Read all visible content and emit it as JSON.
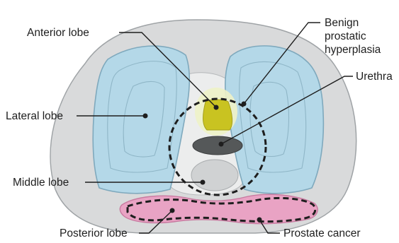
{
  "labels": {
    "anterior_lobe": "Anterior lobe",
    "lateral_lobe": "Lateral lobe",
    "middle_lobe": "Middle lobe",
    "posterior_lobe": "Posterior lobe",
    "bph_line1": "Benign",
    "bph_line2": "prostatic",
    "bph_line3": "hyperplasia",
    "urethra": "Urethra",
    "prostate_cancer": "Prostate cancer"
  },
  "colors": {
    "outer_capsule": "#d9dadb",
    "outer_stroke": "#9fa3a6",
    "lateral_lobe_fill": "#b4d8e8",
    "lateral_lobe_stroke": "#7fa9bd",
    "anterior_lobe_fill": "#c9c321",
    "anterior_glow": "#eef2c6",
    "urethra_fill": "#555859",
    "middle_lobe_fill": "#d0d2d3",
    "central_zone_fill": "#eceded",
    "posterior_lobe_fill": "#e9a3c4",
    "posterior_lobe_stroke": "#c87aa0",
    "dashed_outline": "#1e1e1e",
    "label_text": "#1e1e1e"
  }
}
